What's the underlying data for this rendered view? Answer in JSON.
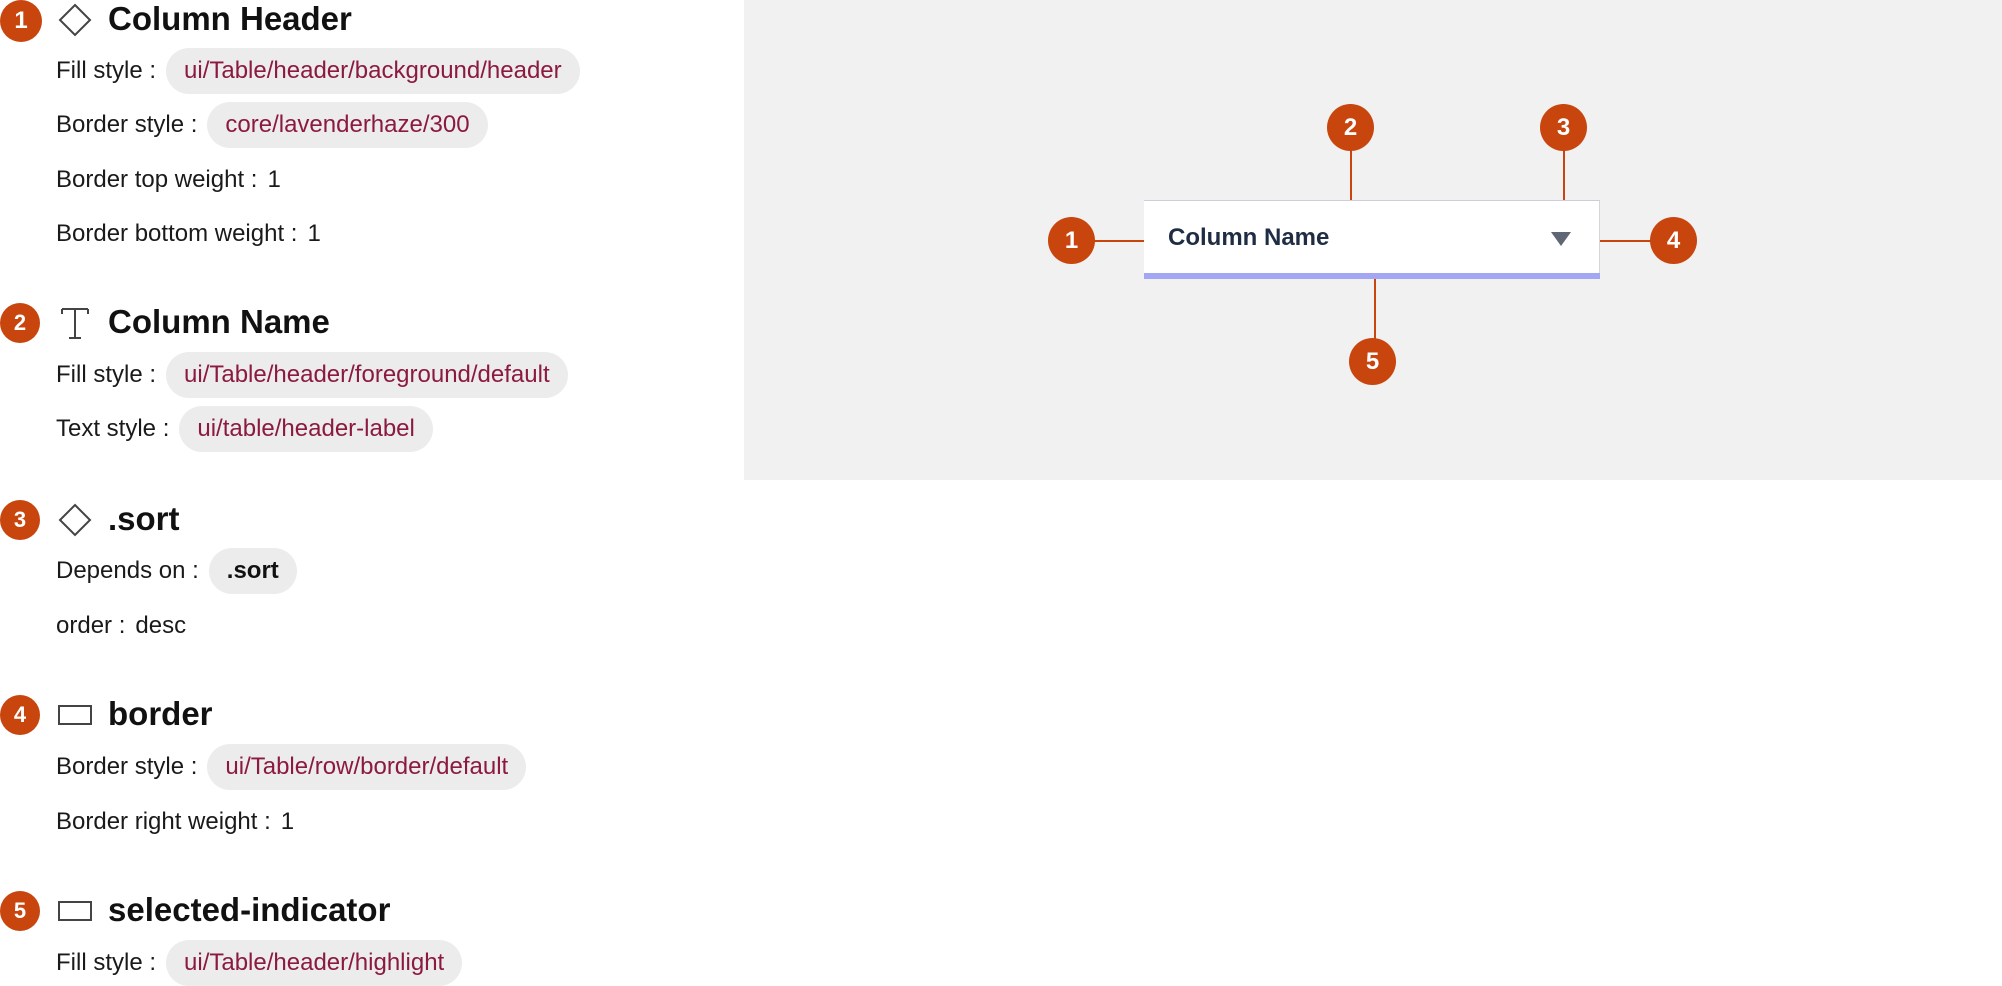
{
  "sections": [
    {
      "number": "1",
      "icon": "diamond-icon",
      "title": "Column Header",
      "props": [
        {
          "label": "Fill style :",
          "chip": "ui/Table/header/background/header"
        },
        {
          "label": "Border style :",
          "chip": "core/lavenderhaze/300"
        },
        {
          "label": "Border top weight :",
          "value": "1"
        },
        {
          "label": "Border bottom weight :",
          "value": "1"
        }
      ]
    },
    {
      "number": "2",
      "icon": "text-icon",
      "title": "Column Name",
      "props": [
        {
          "label": "Fill style :",
          "chip": "ui/Table/header/foreground/default"
        },
        {
          "label": "Text style :",
          "chip": "ui/table/header-label"
        }
      ]
    },
    {
      "number": "3",
      "icon": "diamond-icon",
      "title": ".sort",
      "props": [
        {
          "label": "Depends on :",
          "chip": ".sort"
        },
        {
          "label": "order :",
          "value": "desc"
        }
      ]
    },
    {
      "number": "4",
      "icon": "rectangle-icon",
      "title": "border",
      "props": [
        {
          "label": "Border style :",
          "chip": "ui/Table/row/border/default"
        },
        {
          "label": "Border right weight :",
          "value": "1"
        }
      ]
    },
    {
      "number": "5",
      "icon": "rectangle-icon",
      "title": "selected-indicator",
      "props": [
        {
          "label": "Fill style :",
          "chip": "ui/Table/header/highlight"
        }
      ]
    }
  ],
  "preview": {
    "column_name": "Column Name",
    "sort_icon": "sort-desc-triangle-icon",
    "callouts": [
      "1",
      "2",
      "3",
      "4",
      "5"
    ]
  },
  "colors": {
    "badge": "#c8450d",
    "chip_text": "#8b1a3e",
    "chip_bg": "#ececec",
    "panel_bg": "#f1f1f1",
    "underline": "#a3a6f2",
    "header_text": "#1f2d44"
  }
}
